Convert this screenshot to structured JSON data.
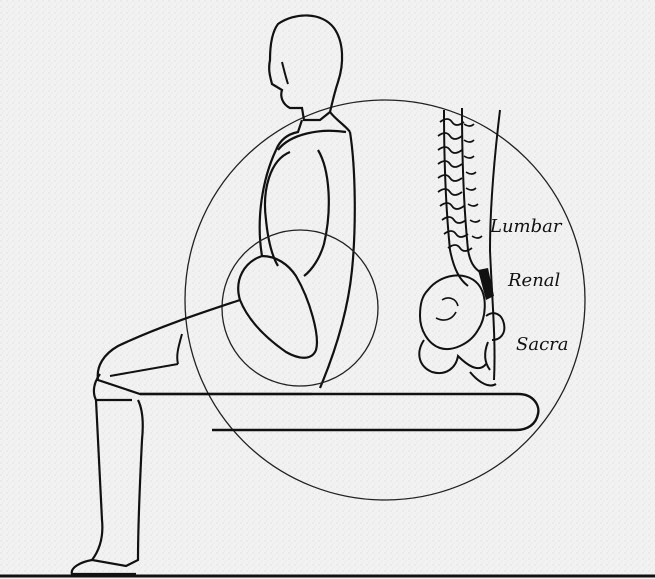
{
  "diagram": {
    "labels": {
      "lumbar": "Lumbar",
      "renal": "Renal",
      "sacral": "Sacra"
    },
    "colors": {
      "ink": "#111111",
      "paper": "#f2f2f2",
      "highlight": "#111111"
    }
  }
}
